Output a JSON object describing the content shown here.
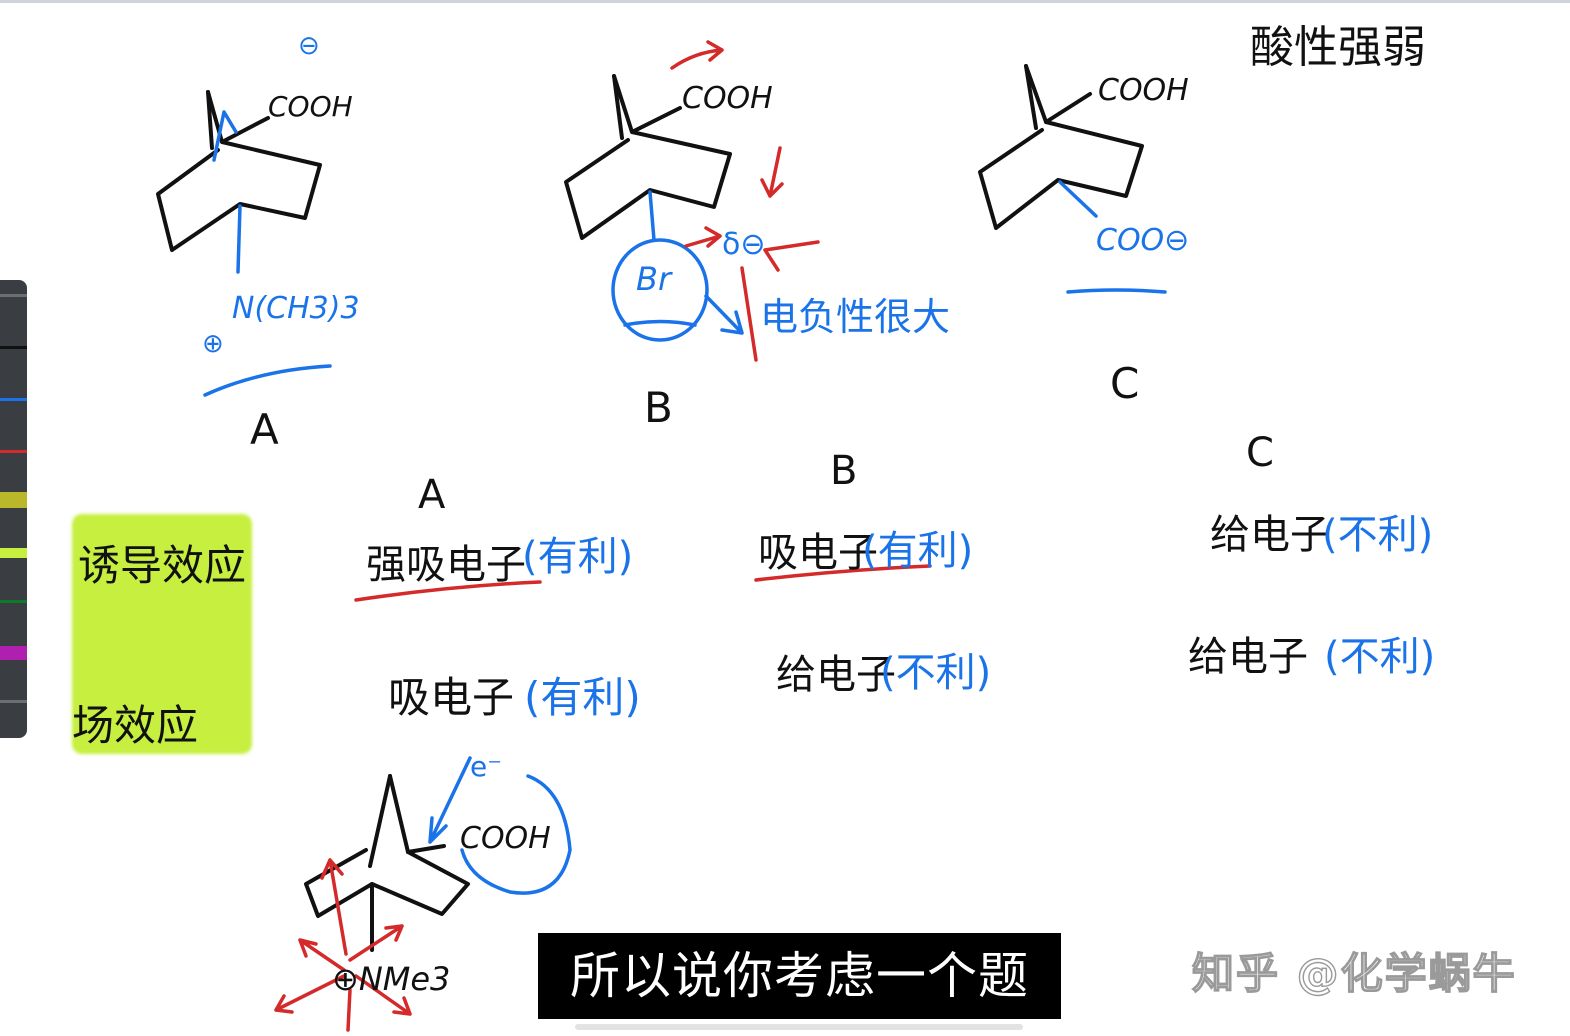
{
  "molecules": {
    "A": {
      "label": "A",
      "cooh": "COOH",
      "substituent": "N(CH3)3",
      "charge_top": "⊖",
      "charge_bottom": "⊕"
    },
    "B": {
      "label": "B",
      "cooh": "COOH",
      "substituent": "Br",
      "partial_charge": "δ⊖",
      "annotation": "电负性很大"
    },
    "C": {
      "label": "C",
      "cooh": "COOH",
      "carboxylate": "COO⊖"
    }
  },
  "top_right_note": "酸性强弱",
  "highlight": {
    "line1": "诱导效应",
    "line2": "场效应"
  },
  "comparison": {
    "A": {
      "header": "A",
      "row1_text": "强吸电子",
      "row1_note": "(有利)",
      "row2_text": "吸电子",
      "row2_note": "(有利)"
    },
    "B": {
      "header": "B",
      "row1_text": "吸电子",
      "row1_note": "(有利)",
      "row2_text": "给电子",
      "row2_note": "(不利)"
    },
    "C": {
      "header": "C",
      "row1_text": "给电子",
      "row1_note": "(不利)",
      "row2_text": "给电子",
      "row2_note": "(不利)"
    }
  },
  "bottom_molecule": {
    "cooh": "COOH",
    "electron": "e⁻",
    "substituent": "⊕NMe3"
  },
  "subtitle": "所以说你考虑一个题",
  "watermark": "知乎 @化学蜗牛",
  "colors": {
    "ink_black": "#111111",
    "ink_blue": "#1a73e8",
    "ink_red": "#d42a2a",
    "highlight_green": "#c6ef3f",
    "sidebar": "#3a3d42"
  }
}
